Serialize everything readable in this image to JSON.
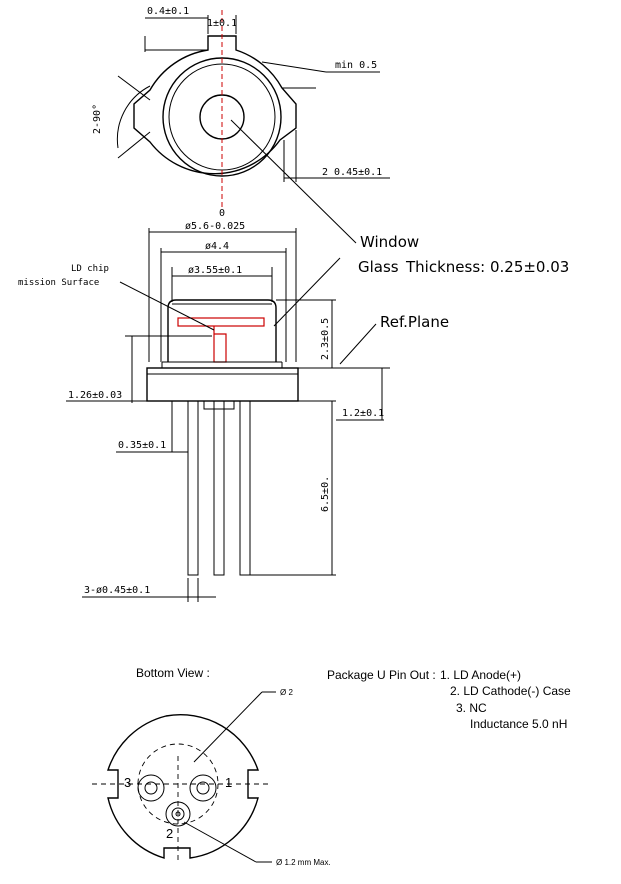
{
  "top_view": {
    "dim_key_width": "0.4±0.1",
    "dim_key_depth": "1±0.1",
    "dim_min": "min 0.5",
    "dim_angle": "2-90°",
    "dim_notch": "2 0.45±0.1",
    "dim_zero": "0"
  },
  "side_view": {
    "dim_base_dia": "ø5.6-0.025",
    "dim_cap_dia": "ø4.4",
    "dim_window_dia": "ø3.55±0.1",
    "label_window": "Window",
    "label_glass": "Glass",
    "label_thickness": "Thickness: 0.25±0.03",
    "label_ld_chip": "LD chip",
    "label_emission": "mission Surface",
    "label_ref_plane": "Ref.Plane",
    "dim_cap_height": "2.3±0.5",
    "dim_chip_height": "1.26±0.03",
    "dim_flange": "1.2±0.1",
    "dim_pin_offset": "0.35±0.1",
    "dim_lead_length": "6.5±0.",
    "dim_lead_dia": "3-ø0.45±0.1"
  },
  "bottom_view": {
    "title": "Bottom View :",
    "dim_pcd": "Ø 2",
    "dim_pin_max": "Ø 1.2 mm Max.",
    "pin_numbers": [
      "1",
      "2",
      "3"
    ]
  },
  "pinout": {
    "title": "Package U Pin Out :",
    "lines": [
      "1. LD Anode(+)",
      "2. LD Cathode(-) Case",
      "3. NC",
      "Inductance 5.0 nH"
    ]
  },
  "colors": {
    "centerline": "#cc0000",
    "ink": "#000000"
  }
}
